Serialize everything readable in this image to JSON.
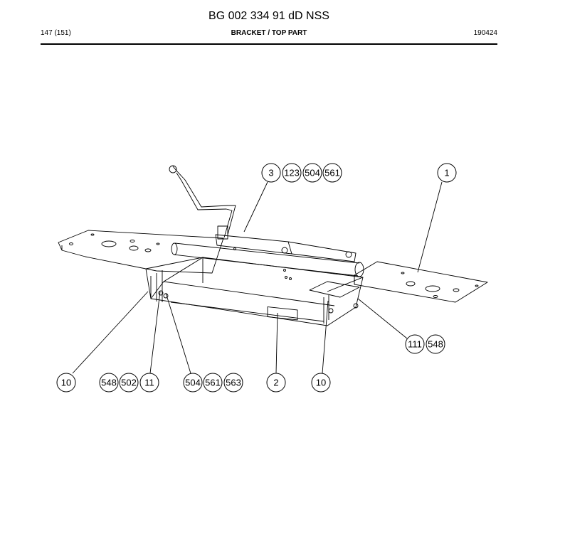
{
  "header": {
    "document_title": "BG 002 334 91 dD NSS",
    "page_number": "147 (151)",
    "part_name": "BRACKET / TOP PART",
    "date_code": "190424"
  },
  "callouts": [
    {
      "id": "c3",
      "label": "3"
    },
    {
      "id": "c123",
      "label": "123"
    },
    {
      "id": "c504a",
      "label": "504"
    },
    {
      "id": "c561a",
      "label": "561"
    },
    {
      "id": "c1",
      "label": "1"
    },
    {
      "id": "c111",
      "label": "111"
    },
    {
      "id": "c548a",
      "label": "548"
    },
    {
      "id": "c10a",
      "label": "10"
    },
    {
      "id": "c548b",
      "label": "548"
    },
    {
      "id": "c502",
      "label": "502"
    },
    {
      "id": "c11",
      "label": "11"
    },
    {
      "id": "c504b",
      "label": "504"
    },
    {
      "id": "c561b",
      "label": "561"
    },
    {
      "id": "c563",
      "label": "563"
    },
    {
      "id": "c2",
      "label": "2"
    },
    {
      "id": "c10b",
      "label": "10"
    }
  ]
}
